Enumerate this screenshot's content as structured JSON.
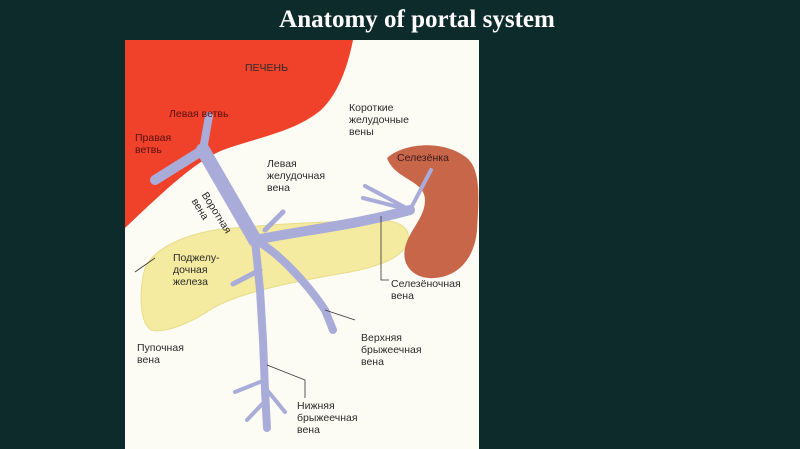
{
  "slide": {
    "title": "Anatomy of portal system"
  },
  "figure": {
    "labels": {
      "liver": "ПЕЧЕНЬ",
      "left_branch": "Левая ветвь",
      "right_branch": "Правая\nветвь",
      "short_gastric": "Короткие\nжелудочные\nвены",
      "spleen": "Селезёнка",
      "left_gastric": "Левая\nжелудочная\nвена",
      "portal_vein": "Воротная\nвена",
      "pancreas": "Поджелу-\nдочная\nжелеза",
      "splenic_vein": "Селезёночная\nвена",
      "umbilical_vein": "Пупочная\nвена",
      "superior_mesenteric": "Верхняя\nбрыжеечная\nвена",
      "inferior_mesenteric": "Нижняя\nбрыжеечная\nвена"
    },
    "colors": {
      "liver": "#f0412a",
      "spleen": "#c8664a",
      "pancreas": "#f4eaa0",
      "veins": "#a9acd9"
    }
  }
}
